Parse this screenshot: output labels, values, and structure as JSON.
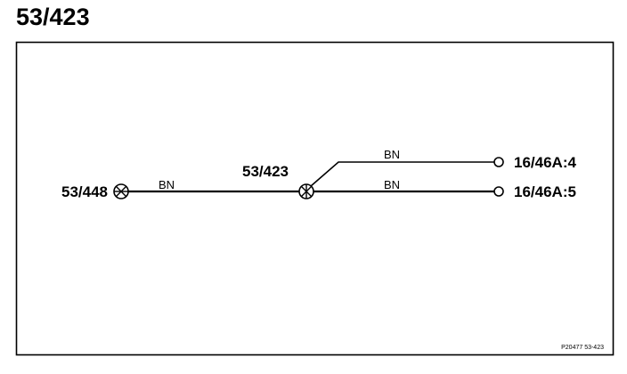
{
  "title": "53/423",
  "splices": {
    "left": "53/448",
    "center": "53/423"
  },
  "connectors": {
    "upper": "16/46A:4",
    "lower": "16/46A:5"
  },
  "wires": {
    "left_segment": "BN",
    "upper_segment": "BN",
    "lower_segment": "BN"
  },
  "reference_code": "P20477  53-423",
  "colors": {
    "line": "#000000",
    "background": "#ffffff"
  }
}
